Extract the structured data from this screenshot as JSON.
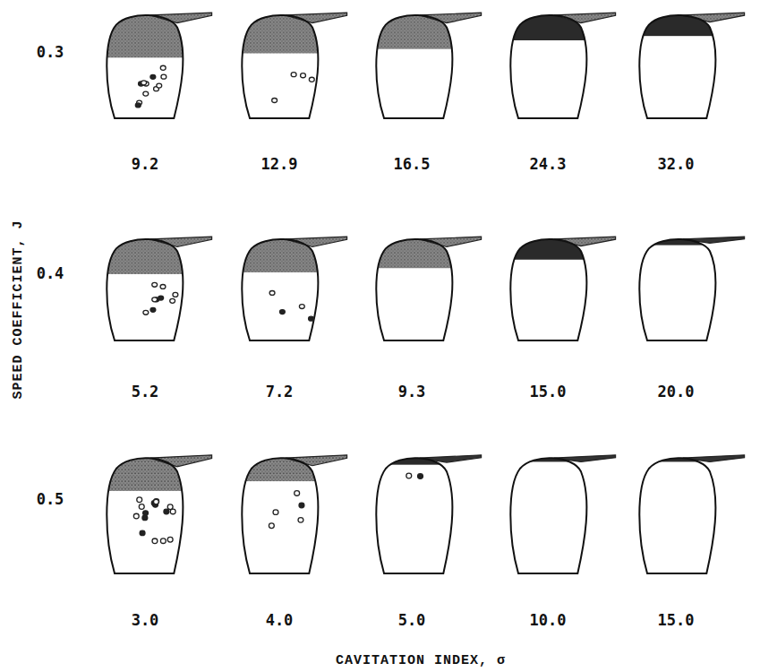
{
  "diagram": {
    "labels": [
      "0.3",
      "9.2",
      "12.9",
      "16.5",
      "24.3",
      "32.0",
      "0.4",
      "5.2",
      "7.2",
      "9.3",
      "15.0",
      "20.0",
      "0.5",
      "3.0",
      "4.0",
      "5.0",
      "10.0",
      "15.0",
      "SPEED COEFFICIENT, J",
      "CAVITATION INDEX, σ"
    ]
  }
}
